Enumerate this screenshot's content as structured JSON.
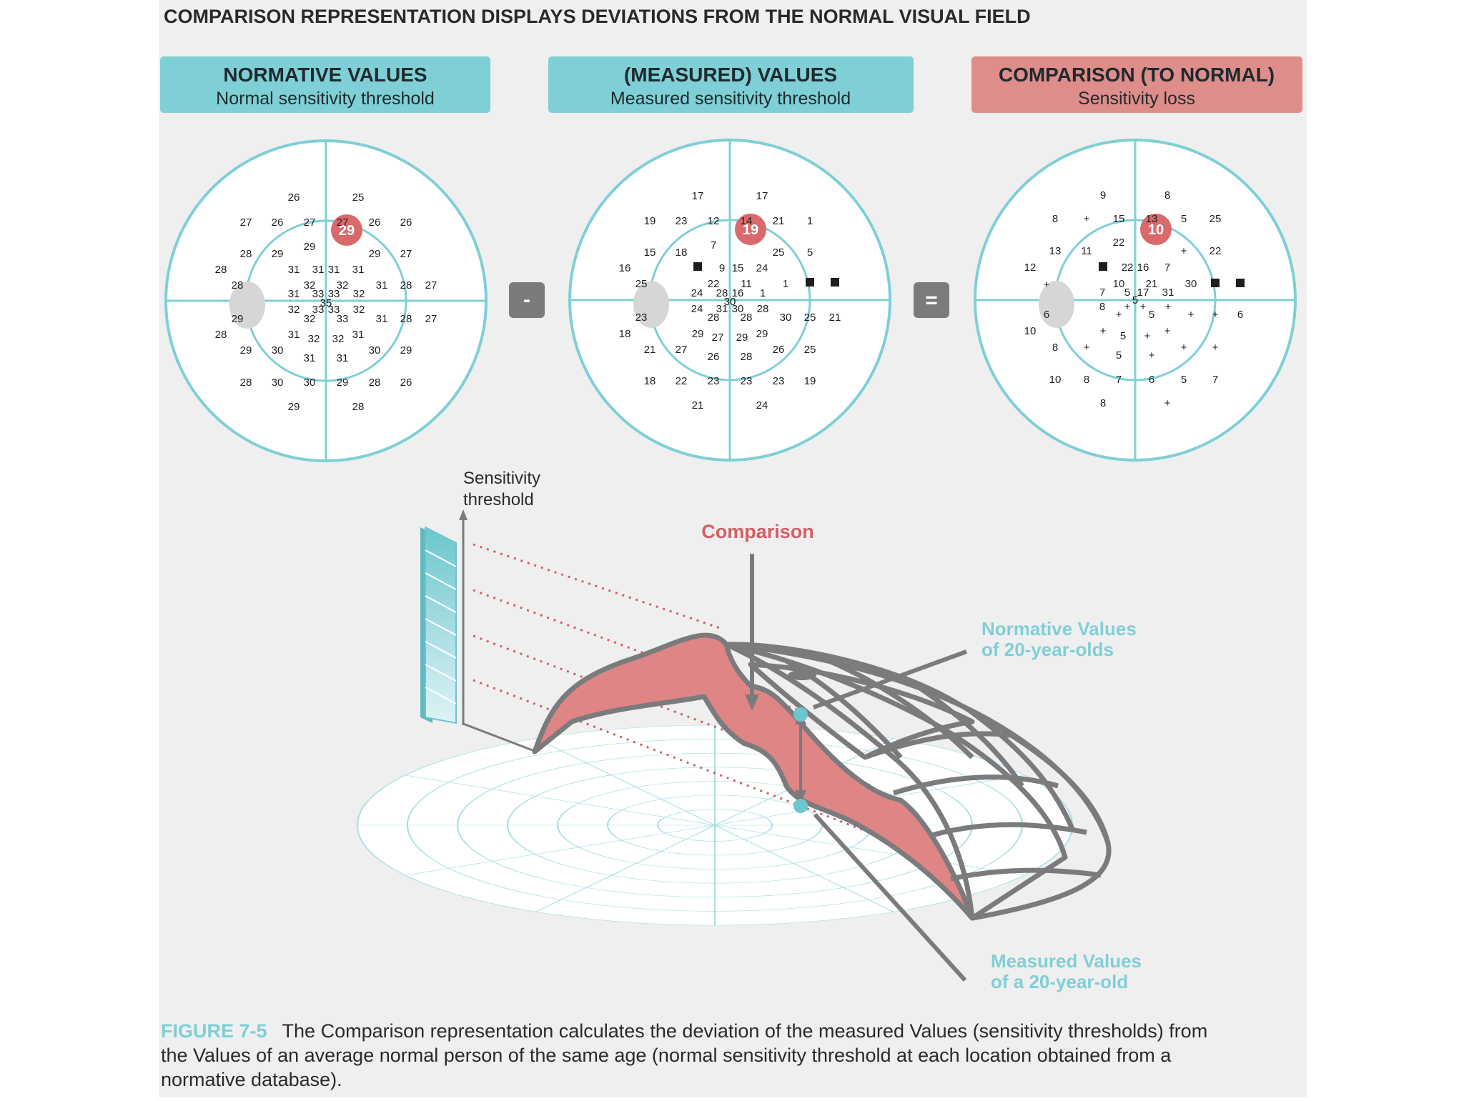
{
  "title": "COMPARISON REPRESENTATION DISPLAYS DEVIATIONS FROM THE NORMAL VISUAL FIELD",
  "panels": [
    {
      "heading": "NORMATIVE VALUES",
      "sub": "Normal sensitivity threshold"
    },
    {
      "heading": "(MEASURED) VALUES",
      "sub": "Measured sensitivity threshold"
    },
    {
      "heading": "COMPARISON (TO NORMAL)",
      "sub": "Sensitivity loss"
    }
  ],
  "operators": {
    "minus": "-",
    "equals": "="
  },
  "fields": [
    {
      "name": "normative",
      "highlight": "29",
      "values": [
        [
          "26",
          -45,
          -145
        ],
        [
          "25",
          45,
          -145
        ],
        [
          "27",
          -112,
          -110
        ],
        [
          "26",
          -68,
          -110
        ],
        [
          "27",
          -23,
          -110
        ],
        [
          "27",
          23,
          -110
        ],
        [
          "26",
          68,
          -110
        ],
        [
          "26",
          112,
          -110
        ],
        [
          "28",
          -112,
          -66
        ],
        [
          "29",
          -68,
          -66
        ],
        [
          "29",
          -23,
          -76
        ],
        [
          "29",
          68,
          -66
        ],
        [
          "27",
          112,
          -66
        ],
        [
          "28",
          -147,
          -44
        ],
        [
          "31",
          -45,
          -44
        ],
        [
          "31",
          -11,
          -44
        ],
        [
          "31",
          11,
          -44
        ],
        [
          "31",
          45,
          -44
        ],
        [
          "28",
          -124,
          -22
        ],
        [
          "32",
          -23,
          -22
        ],
        [
          "32",
          23,
          -22
        ],
        [
          "31",
          78,
          -22
        ],
        [
          "28",
          112,
          -22
        ],
        [
          "27",
          147,
          -22
        ],
        [
          "31",
          -45,
          -10
        ],
        [
          "33",
          -11,
          -10
        ],
        [
          "33",
          11,
          -10
        ],
        [
          "32",
          46,
          -10
        ],
        [
          "35",
          0,
          3
        ],
        [
          "32",
          -45,
          12
        ],
        [
          "33",
          -11,
          12
        ],
        [
          "33",
          11,
          12
        ],
        [
          "32",
          46,
          12
        ],
        [
          "29",
          -124,
          25
        ],
        [
          "32",
          -23,
          25
        ],
        [
          "33",
          23,
          25
        ],
        [
          "31",
          78,
          25
        ],
        [
          "28",
          112,
          25
        ],
        [
          "27",
          147,
          25
        ],
        [
          "28",
          -147,
          47
        ],
        [
          "31",
          -45,
          47
        ],
        [
          "32",
          -17,
          53
        ],
        [
          "32",
          17,
          53
        ],
        [
          "31",
          45,
          47
        ],
        [
          "29",
          -112,
          69
        ],
        [
          "30",
          -68,
          69
        ],
        [
          "31",
          -23,
          80
        ],
        [
          "31",
          23,
          80
        ],
        [
          "30",
          68,
          69
        ],
        [
          "29",
          112,
          69
        ],
        [
          "28",
          -112,
          114
        ],
        [
          "30",
          -68,
          114
        ],
        [
          "30",
          -23,
          114
        ],
        [
          "29",
          23,
          114
        ],
        [
          "28",
          68,
          114
        ],
        [
          "26",
          112,
          114
        ],
        [
          "29",
          -45,
          148
        ],
        [
          "28",
          45,
          148
        ]
      ]
    },
    {
      "name": "measured",
      "highlight": "19",
      "values": [
        [
          "17",
          -45,
          -146
        ],
        [
          "17",
          45,
          -146
        ],
        [
          "19",
          -112,
          -111
        ],
        [
          "23",
          -68,
          -111
        ],
        [
          "12",
          -23,
          -111
        ],
        [
          "14",
          23,
          -111
        ],
        [
          "21",
          68,
          -111
        ],
        [
          "1",
          112,
          -111
        ],
        [
          "15",
          -112,
          -67
        ],
        [
          "18",
          -68,
          -67
        ],
        [
          "7",
          -23,
          -77
        ],
        [
          "25",
          68,
          -67
        ],
        [
          "5",
          112,
          -67
        ],
        [
          "16",
          -147,
          -45
        ],
        [
          "9",
          -11,
          -45
        ],
        [
          "15",
          11,
          -45
        ],
        [
          "24",
          45,
          -45
        ],
        [
          "25",
          -124,
          -23
        ],
        [
          "22",
          -23,
          -23
        ],
        [
          "11",
          23,
          -23
        ],
        [
          "1",
          78,
          -23
        ],
        [
          "24",
          -46,
          -10
        ],
        [
          "28",
          -11,
          -10
        ],
        [
          "16",
          11,
          -10
        ],
        [
          "1",
          46,
          -10
        ],
        [
          "30",
          0,
          2
        ],
        [
          "24",
          -46,
          12
        ],
        [
          "31",
          -11,
          12
        ],
        [
          "30",
          11,
          12
        ],
        [
          "28",
          46,
          12
        ],
        [
          "23",
          -124,
          24
        ],
        [
          "28",
          -23,
          24
        ],
        [
          "28",
          23,
          24
        ],
        [
          "30",
          78,
          24
        ],
        [
          "25",
          112,
          24
        ],
        [
          "21",
          147,
          24
        ],
        [
          "18",
          -147,
          47
        ],
        [
          "29",
          -45,
          47
        ],
        [
          "27",
          -17,
          52
        ],
        [
          "29",
          17,
          52
        ],
        [
          "29",
          45,
          47
        ],
        [
          "21",
          -112,
          69
        ],
        [
          "27",
          -68,
          69
        ],
        [
          "26",
          -23,
          79
        ],
        [
          "28",
          23,
          79
        ],
        [
          "26",
          68,
          69
        ],
        [
          "25",
          112,
          69
        ],
        [
          "18",
          -112,
          113
        ],
        [
          "22",
          -68,
          113
        ],
        [
          "23",
          -23,
          113
        ],
        [
          "23",
          23,
          113
        ],
        [
          "23",
          68,
          113
        ],
        [
          "19",
          112,
          113
        ],
        [
          "21",
          -45,
          147
        ],
        [
          "24",
          45,
          147
        ]
      ],
      "squares": [
        [
          -45,
          -47
        ],
        [
          112,
          -25
        ],
        [
          147,
          -25
        ]
      ]
    },
    {
      "name": "comparison",
      "highlight": "10",
      "values": [
        [
          "9",
          -45,
          -147
        ],
        [
          "8",
          45,
          -147
        ],
        [
          "8",
          -112,
          -114
        ],
        [
          "+",
          -68,
          -114
        ],
        [
          "15",
          -23,
          -114
        ],
        [
          "13",
          23,
          -114
        ],
        [
          "5",
          68,
          -114
        ],
        [
          "25",
          112,
          -114
        ],
        [
          "13",
          -112,
          -69
        ],
        [
          "11",
          -68,
          -69
        ],
        [
          "22",
          -23,
          -81
        ],
        [
          "+",
          68,
          -69
        ],
        [
          "22",
          112,
          -69
        ],
        [
          "12",
          -147,
          -46
        ],
        [
          "22",
          -11,
          -46
        ],
        [
          "16",
          11,
          -46
        ],
        [
          "7",
          45,
          -46
        ],
        [
          "+",
          -124,
          -22
        ],
        [
          "10",
          -23,
          -23
        ],
        [
          "21",
          23,
          -23
        ],
        [
          "30",
          78,
          -23
        ],
        [
          "7",
          -46,
          -11
        ],
        [
          "5",
          -11,
          -11
        ],
        [
          "17",
          11,
          -11
        ],
        [
          "31",
          46,
          -11
        ],
        [
          "5",
          0,
          0
        ],
        [
          "8",
          -46,
          9
        ],
        [
          "+",
          -11,
          9
        ],
        [
          "+",
          11,
          9
        ],
        [
          "+",
          46,
          9
        ],
        [
          "6",
          -124,
          20
        ],
        [
          "+",
          -23,
          20
        ],
        [
          "5",
          23,
          20
        ],
        [
          "+",
          78,
          20
        ],
        [
          "+",
          112,
          20
        ],
        [
          "6",
          147,
          20
        ],
        [
          "10",
          -147,
          43
        ],
        [
          "+",
          -45,
          43
        ],
        [
          "5",
          -17,
          50
        ],
        [
          "+",
          17,
          50
        ],
        [
          "+",
          45,
          43
        ],
        [
          "8",
          -112,
          66
        ],
        [
          "+",
          -68,
          66
        ],
        [
          "5",
          -23,
          77
        ],
        [
          "+",
          23,
          77
        ],
        [
          "+",
          68,
          66
        ],
        [
          "+",
          112,
          66
        ],
        [
          "10",
          -112,
          111
        ],
        [
          "8",
          -68,
          111
        ],
        [
          "7",
          -23,
          111
        ],
        [
          "6",
          23,
          111
        ],
        [
          "5",
          68,
          111
        ],
        [
          "7",
          112,
          111
        ],
        [
          "8",
          -45,
          144
        ],
        [
          "+",
          45,
          144
        ]
      ],
      "squares": [
        [
          -45,
          -47
        ],
        [
          112,
          -24
        ],
        [
          147,
          -24
        ]
      ]
    }
  ],
  "diagram": {
    "axis_label_line1": "Sensitivity",
    "axis_label_line2": "threshold",
    "comparison_label": "Comparison",
    "normative_label_line1": "Normative Values",
    "normative_label_line2": "of 20-year-olds",
    "measured_label_line1": "Measured Values",
    "measured_label_line2": "of a 20-year-old"
  },
  "caption": {
    "figure_label": "FIGURE 7-5",
    "line1": "The Comparison representation calculates the deviation of the measured Values (sensitivity thresholds) from",
    "line2": "the Values of an average normal person of the same age (normal sensitivity threshold at each location obtained from a",
    "line3": "normative database)."
  },
  "colors": {
    "teal": "#7fcfd6",
    "teal_dark": "#5fc4cc",
    "red": "#d96a6c",
    "red_box": "#df8d8b",
    "gray": "#7b7b7d",
    "panel_bg": "#efefef"
  }
}
